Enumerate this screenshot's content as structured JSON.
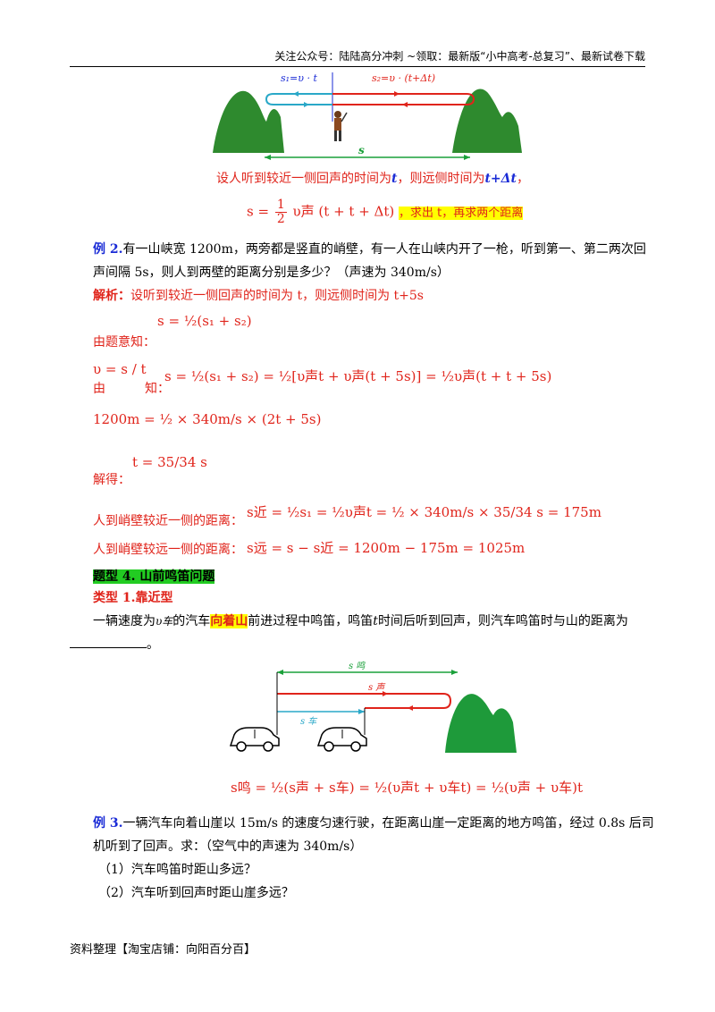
{
  "header": {
    "text": "关注公众号：陆陆高分冲刺  ~领取：最新版“小中高考-总复习”、最新试卷下载"
  },
  "figure1": {
    "s1_label": "s₁=υ · t",
    "s2_label": "s₂=υ · (t+Δt)",
    "s_label": "s",
    "colors": {
      "mountain": "#2e8a2e",
      "arrow_blue": "#2aa8c8",
      "arrow_red": "#e0241b",
      "arrow_green": "#1aa03a"
    }
  },
  "intro": {
    "line1_a": "设人听到较近一侧回声的时间为",
    "line1_t": "t",
    "line1_b": "，则远侧时间为",
    "line1_t2": "t+Δt",
    "line1_c": "，",
    "formula_lhs": "s =",
    "formula_rhs": "υ声 (t + t + Δt)",
    "formula_hl": "，求出 t，再求两个距离"
  },
  "example2": {
    "label": "例 2.",
    "text1": "有一山峡宽 1200m，两旁都是竖直的峭壁，有一人在山峡内开了一枪，听到第一、第二两次回",
    "text2": "声间隔 5s，则人到两壁的距离分别是多少？（声速为 340m/s）",
    "analysis_label": "解析：",
    "analysis_text": "设听到较近一侧回声的时间为 t，则远侧时间为 t+5s",
    "given_label": "由题意知：",
    "given_formula": "s = ½(s₁ + s₂)",
    "by_label": "由",
    "know_label": "知：",
    "v_formula": "υ = s / t",
    "expand_formula": "s = ½(s₁ + s₂) = ½[υ声t + υ声(t + 5s)] = ½υ声(t + t + 5s)",
    "eq_formula": "1200m = ½ × 340m/s × (2t + 5s)",
    "solve_label": "解得：",
    "solve_formula": "t = 35/34 s",
    "near_label": "人到峭壁较近一侧的距离：",
    "near_formula": "s近 = ½s₁ = ½υ声t = ½ × 340m/s × 35/34 s = 175m",
    "far_label": "人到峭壁较远一侧的距离：",
    "far_formula": "s远 = s − s近 = 1200m − 175m = 1025m"
  },
  "type4": {
    "title": "题型 4. 山前鸣笛问题",
    "sub_title": "类型 1.靠近型",
    "text_a": "一辆速度为",
    "text_v": "υ车",
    "text_b": "的汽车",
    "text_hl": "向着山",
    "text_c": "前进过程中鸣笛，鸣笛",
    "text_t": "t",
    "text_d": "时间后听到回声，则汽车鸣笛时与山的距离为",
    "text_end": "。"
  },
  "figure2": {
    "s_ming": "s 鸣",
    "s_sheng": "s 声",
    "s_che": "s 车",
    "formula": "s鸣 = ½(s声 + s车) = ½(υ声t + υ车t) = ½(υ声 + υ车)t"
  },
  "example3": {
    "label": "例 3.",
    "text1": "一辆汽车向着山崖以 15m/s 的速度匀速行驶，在距离山崖一定距离的地方鸣笛，经过 0.8s 后司",
    "text2": "机听到了回声。求：（空气中的声速为 340m/s）",
    "q1": "（1）汽车鸣笛时距山多远？",
    "q2": "（2）汽车听到回声时距山崖多远？"
  },
  "footer": {
    "text": "资料整理【淘宝店铺：向阳百分百】"
  }
}
